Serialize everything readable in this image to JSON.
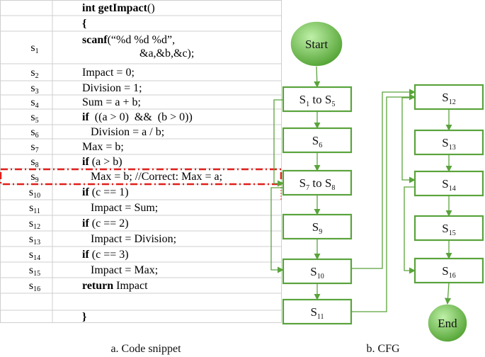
{
  "code": {
    "rows": [
      {
        "label": "",
        "text": [
          {
            "t": "int getImpact",
            "b": true
          },
          {
            "t": "()",
            "b": false
          }
        ]
      },
      {
        "label": "",
        "text": [
          {
            "t": "{",
            "b": true
          }
        ]
      },
      {
        "label": "s1",
        "text": [
          {
            "t": "scanf",
            "b": true
          },
          {
            "t": "(“%d %d %d”,",
            "b": false
          }
        ],
        "text2": [
          {
            "t": "&a,&b,&c);",
            "b": false
          }
        ]
      },
      {
        "label": "s2",
        "text": [
          {
            "t": "Impact = 0;",
            "b": false
          }
        ]
      },
      {
        "label": "s3",
        "text": [
          {
            "t": "Division = 1;",
            "b": false
          }
        ]
      },
      {
        "label": "s4",
        "text": [
          {
            "t": "Sum = a + b;",
            "b": false
          }
        ]
      },
      {
        "label": "s5",
        "text": [
          {
            "t": "if",
            "b": true
          },
          {
            "t": "  ((a > 0)  &&  (b > 0))",
            "b": false
          }
        ]
      },
      {
        "label": "s6",
        "text": [
          {
            "t": "   Division = a / b;",
            "b": false
          }
        ]
      },
      {
        "label": "s7",
        "text": [
          {
            "t": "Max = b;",
            "b": false
          }
        ]
      },
      {
        "label": "s8",
        "text": [
          {
            "t": "if",
            "b": true
          },
          {
            "t": " (a > b)",
            "b": false
          }
        ]
      },
      {
        "label": "s9",
        "text": [
          {
            "t": "   Max = b; //Correct: Max = a;",
            "b": false
          }
        ]
      },
      {
        "label": "s10",
        "text": [
          {
            "t": "if",
            "b": true
          },
          {
            "t": " (c == 1)",
            "b": false
          }
        ]
      },
      {
        "label": "s11",
        "text": [
          {
            "t": "   Impact = Sum;",
            "b": false
          }
        ]
      },
      {
        "label": "s12",
        "text": [
          {
            "t": "if",
            "b": true
          },
          {
            "t": " (c == 2)",
            "b": false
          }
        ]
      },
      {
        "label": "s13",
        "text": [
          {
            "t": "   Impact = Division;",
            "b": false
          }
        ]
      },
      {
        "label": "s14",
        "text": [
          {
            "t": "if",
            "b": true
          },
          {
            "t": " (c == 3)",
            "b": false
          }
        ]
      },
      {
        "label": "s15",
        "text": [
          {
            "t": "   Impact = Max;",
            "b": false
          }
        ]
      },
      {
        "label": "s16",
        "text": [
          {
            "t": "return",
            "b": true
          },
          {
            "t": " Impact",
            "b": false
          }
        ]
      },
      {
        "label": "",
        "text": []
      },
      {
        "label": "",
        "text": [
          {
            "t": "}",
            "b": true
          }
        ]
      }
    ],
    "highlighted_label": "s9"
  },
  "cfg": {
    "nodes": [
      {
        "id": "start",
        "label": "Start",
        "shape": "ellipse"
      },
      {
        "id": "n1",
        "label": "S",
        "sub": "1",
        "suffix": " to S",
        "sub2": "5",
        "shape": "rect"
      },
      {
        "id": "n6",
        "label": "S",
        "sub": "6",
        "shape": "rect"
      },
      {
        "id": "n7",
        "label": "S",
        "sub": "7",
        "suffix": " to S",
        "sub2": "8",
        "shape": "rect"
      },
      {
        "id": "n9",
        "label": "S",
        "sub": "9",
        "shape": "rect"
      },
      {
        "id": "n10",
        "label": "S",
        "sub": "10",
        "shape": "rect"
      },
      {
        "id": "n11",
        "label": "S",
        "sub": "11",
        "shape": "rect"
      },
      {
        "id": "n12",
        "label": "S",
        "sub": "12",
        "shape": "rect"
      },
      {
        "id": "n13",
        "label": "S",
        "sub": "13",
        "shape": "rect"
      },
      {
        "id": "n14",
        "label": "S",
        "sub": "14",
        "shape": "rect"
      },
      {
        "id": "n15",
        "label": "S",
        "sub": "15",
        "shape": "rect"
      },
      {
        "id": "n16",
        "label": "S",
        "sub": "16",
        "shape": "rect"
      },
      {
        "id": "end",
        "label": "End",
        "shape": "ellipse"
      }
    ],
    "edges": [
      [
        "start",
        "n1"
      ],
      [
        "n1",
        "n6"
      ],
      [
        "n6",
        "n7"
      ],
      [
        "n1",
        "n7"
      ],
      [
        "n7",
        "n9"
      ],
      [
        "n9",
        "n10"
      ],
      [
        "n7",
        "n10"
      ],
      [
        "n10",
        "n11"
      ],
      [
        "n10",
        "n12"
      ],
      [
        "n11",
        "n12"
      ],
      [
        "n12",
        "n13"
      ],
      [
        "n13",
        "n14"
      ],
      [
        "n12",
        "n14"
      ],
      [
        "n14",
        "n15"
      ],
      [
        "n15",
        "n16"
      ],
      [
        "n14",
        "n16"
      ],
      [
        "n16",
        "end"
      ]
    ]
  },
  "captions": {
    "left": "a. Code snippet",
    "right": "b. CFG"
  },
  "colors": {
    "node": "#5aa33c",
    "node_fill_start": "#7fcf5f",
    "highlight": "#e0201b",
    "grid": "#cfcfcf"
  }
}
